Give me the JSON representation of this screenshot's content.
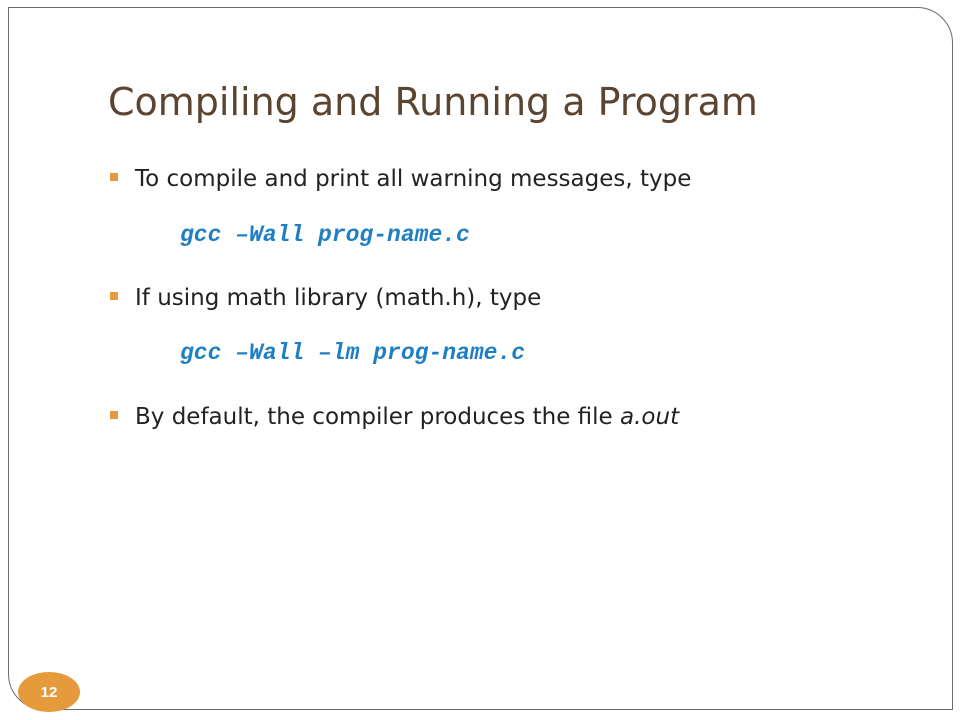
{
  "slide": {
    "title": "Compiling and Running a Program",
    "bullets": [
      {
        "text": "To compile and print all warning messages, type",
        "code": "gcc –Wall prog-name.c"
      },
      {
        "text": "If using math library (math.h), type",
        "code": "gcc –Wall –lm prog-name.c"
      },
      {
        "text_prefix": "By default, the compiler produces the file ",
        "text_emphasis": "a.out"
      }
    ],
    "page_number": "12",
    "colors": {
      "title": "#5b4430",
      "accent": "#e59a3c",
      "code": "#1f7fc4",
      "body_text": "#222222"
    }
  }
}
